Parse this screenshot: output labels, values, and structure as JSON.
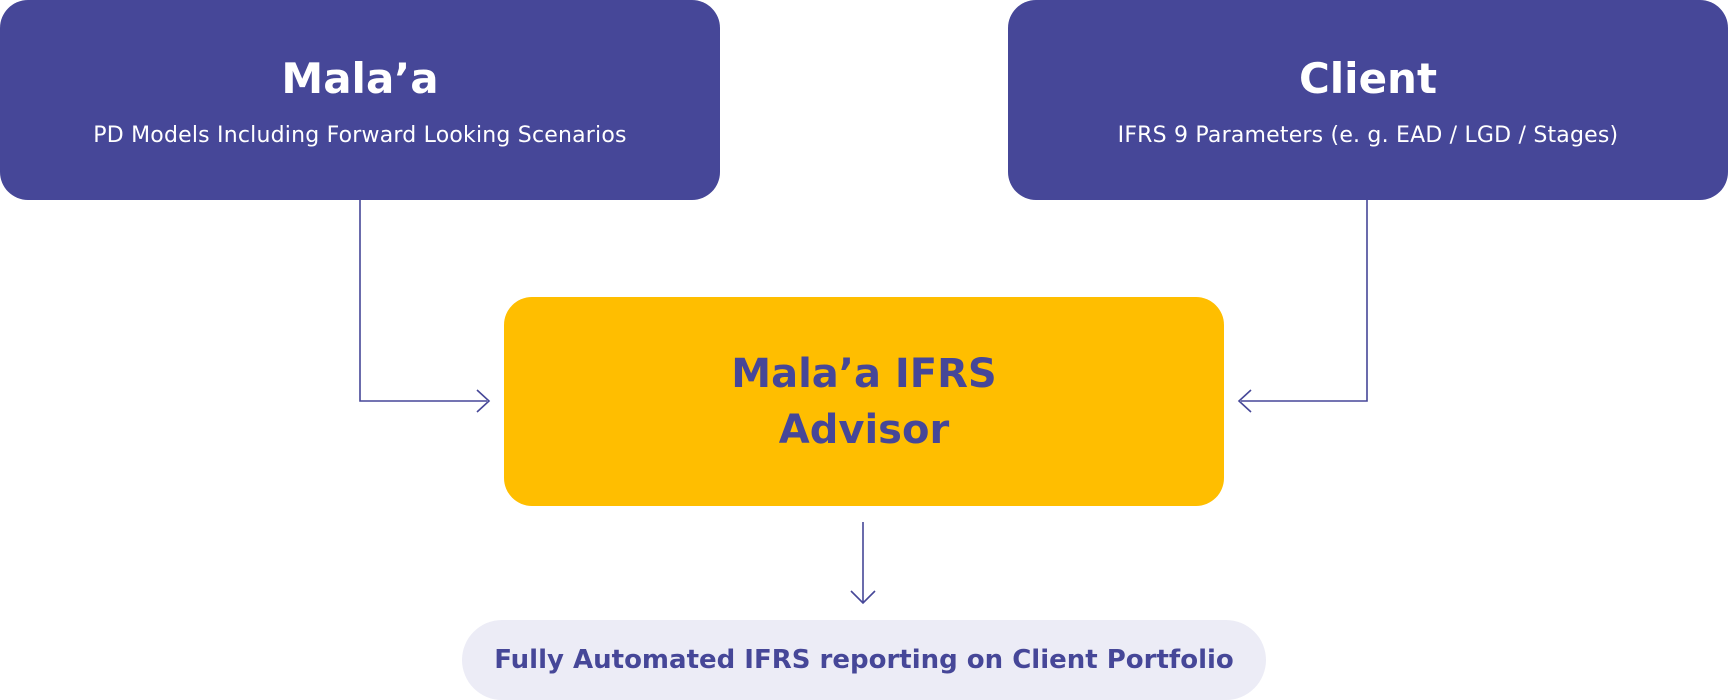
{
  "colors": {
    "source_fill": "#464798",
    "center_fill": "#FFBE00",
    "center_text": "#464798",
    "result_fill": "#ECECF6",
    "result_text": "#464798",
    "connector": "#464798"
  },
  "sources": [
    {
      "title": "Mala’a",
      "subtitle": "PD Models Including Forward Looking Scenarios"
    },
    {
      "title": "Client",
      "subtitle": "IFRS 9 Parameters (e. g. EAD / LGD / Stages)"
    }
  ],
  "center": {
    "title": "Mala’a IFRS Advisor"
  },
  "result": {
    "label": "Fully Automated IFRS reporting on Client Portfolio"
  }
}
